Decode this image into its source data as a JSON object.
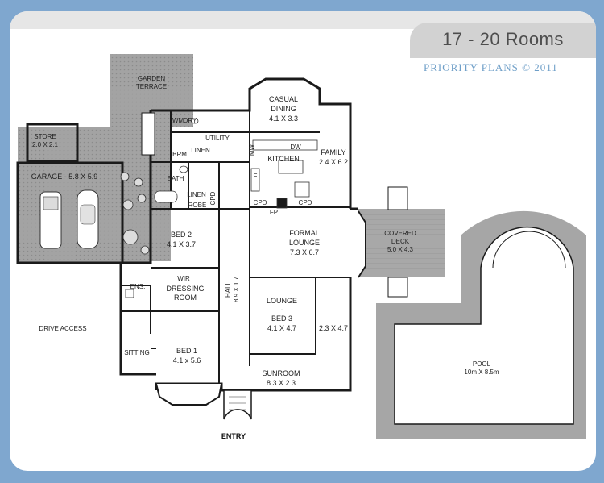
{
  "header": {
    "title": "17 - 20 Rooms",
    "subtitle": "PRIORITY PLANS  ©  2011"
  },
  "rooms": {
    "garden_terrace": [
      "GARDEN",
      "TERRACE"
    ],
    "store": [
      "STORE",
      "2.0 X 2.1"
    ],
    "garage": "GARAGE - 5.8 X 5.9",
    "casual_dining": [
      "CASUAL",
      "DINING",
      "4.1 X 3.3"
    ],
    "utility": "UTILITY",
    "wm": "WM",
    "dry": "DRY",
    "brm": "BRM",
    "linen_top": "LINEN",
    "linen_bottom": "LINEN",
    "bath": "BATH",
    "robe": "ROBE",
    "cpd_left": "CPD",
    "kitchen": "KITCHEN",
    "mw": "MW",
    "dw": "DW",
    "f": "F",
    "family": [
      "FAMILY",
      "2.4 X 6.2"
    ],
    "cpd_a": "CPD",
    "cpd_b": "CPD",
    "fp": "FP",
    "bed2": [
      "BED 2",
      "4.1 X 3.7"
    ],
    "formal_lounge": [
      "FORMAL",
      "LOUNGE",
      "7.3 X 6.7"
    ],
    "covered_deck": [
      "COVERED",
      "DECK",
      "5.0 X 4.3"
    ],
    "ens": "ENS.",
    "wir": "WIR",
    "dressing_room": [
      "DRESSING",
      "ROOM"
    ],
    "hall": [
      "HALL",
      "8.9 X 1.7"
    ],
    "lounge_bed3": [
      "LOUNGE",
      "-",
      "BED 3",
      "4.1 X 4.7"
    ],
    "side_room": "2.3 X 4.7",
    "drive_access": "DRIVE ACCESS",
    "sitting": "SITTING",
    "bed1": [
      "BED 1",
      "4.1 x 5.6"
    ],
    "sunroom": [
      "SUNROOM",
      "8.3 X 2.3"
    ],
    "pool": [
      "POOL",
      "10m X 8.5m"
    ],
    "entry": "ENTRY"
  },
  "colors": {
    "background": "#7fa7cf",
    "title_box": "#d2d2d2",
    "subtitle": "#6f9fc8",
    "paving": "#9a9a9a",
    "wall": "#1a1a1a"
  }
}
